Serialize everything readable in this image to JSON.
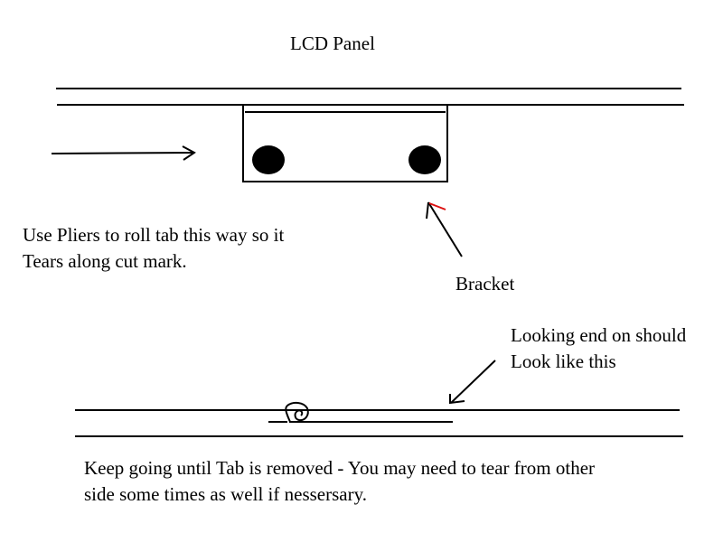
{
  "title": "LCD Panel",
  "labels": {
    "instruction_line1": "Use Pliers to roll tab this way so it",
    "instruction_line2": "Tears along cut mark.",
    "bracket": "Bracket",
    "end_view_line1": "Looking end on should",
    "end_view_line2": "Look like this",
    "footer_line1": "Keep going until Tab is removed - You may need to tear from other",
    "footer_line2": "side some times as well if nessersary."
  },
  "colors": {
    "stroke": "#000000",
    "highlight": "#dd1111",
    "background": "#ffffff"
  }
}
